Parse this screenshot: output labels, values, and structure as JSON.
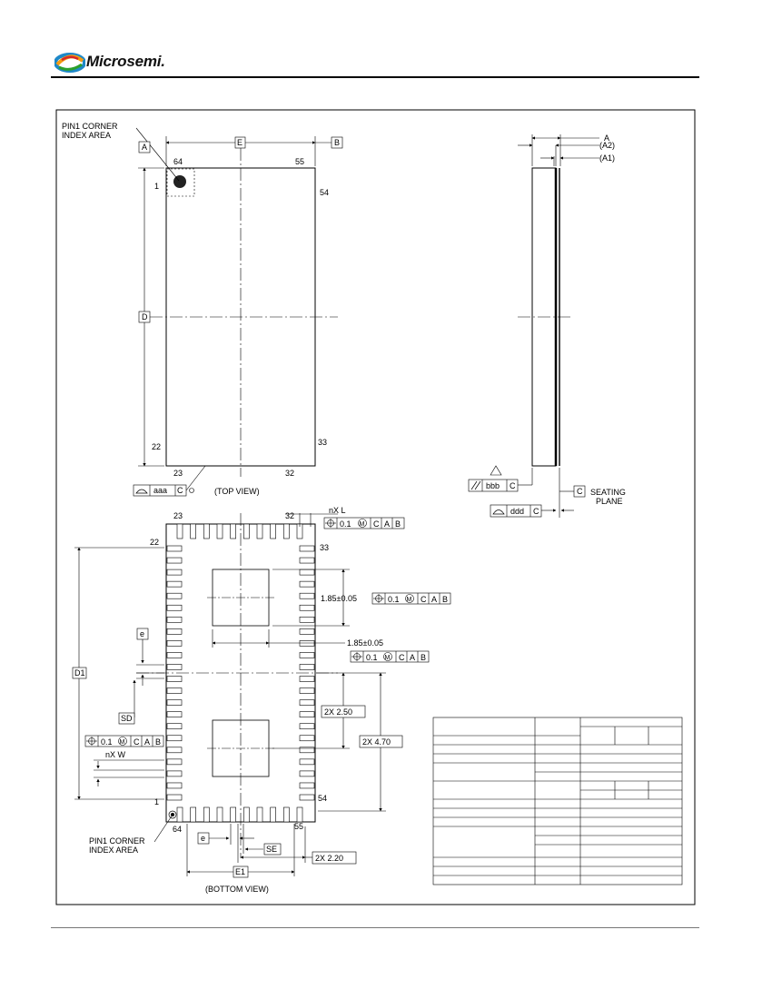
{
  "header": {
    "brand": "Microsemi",
    "brand_trademark": "."
  },
  "top_view": {
    "pin1_label_line1": "PIN1 CORNER",
    "pin1_label_line2": "INDEX AREA",
    "datum_a": "A",
    "datum_b": "B",
    "dim_e": "E",
    "dim_d": "D",
    "pin_64": "64",
    "pin_55": "55",
    "pin_1": "1",
    "pin_54": "54",
    "pin_22": "22",
    "pin_33": "33",
    "pin_23": "23",
    "pin_32": "32",
    "fcf_aaa": "aaa",
    "fcf_c": "C",
    "caption": "(TOP VIEW)"
  },
  "side_view": {
    "dim_a": "A",
    "dim_a2": "(A2)",
    "dim_a1": "(A1)",
    "fcf_bbb": "bbb",
    "fcf_c1": "C",
    "datum_c": "C",
    "seating_line1": "SEATING",
    "seating_line2": "PLANE",
    "fcf_ddd": "ddd",
    "fcf_c2": "C"
  },
  "bottom_view": {
    "pin_23": "23",
    "pin_32": "32",
    "pin_22": "22",
    "pin_33": "33",
    "pin_1": "1",
    "pin_54": "54",
    "pin_64": "64",
    "pin_55": "55",
    "nx_l": "nX L",
    "nx_w": "nX W",
    "tol": "0.1",
    "fcf_c": "C",
    "fcf_a": "A",
    "fcf_b": "B",
    "dim_pad_v": "1.85±0.05",
    "dim_pad_h": "1.85±0.05",
    "dim_e_pitch": "e",
    "dim_sd": "SD",
    "dim_d1": "D1",
    "dim_2x250": "2X  2.50",
    "dim_2x470": "2X  4.70",
    "dim_2x220": "2X  2.20",
    "dim_se": "SE",
    "dim_e1": "E1",
    "pin1_label_line1": "PIN1 CORNER",
    "pin1_label_line2": "INDEX AREA",
    "caption": "(BOTTOM VIEW)"
  }
}
